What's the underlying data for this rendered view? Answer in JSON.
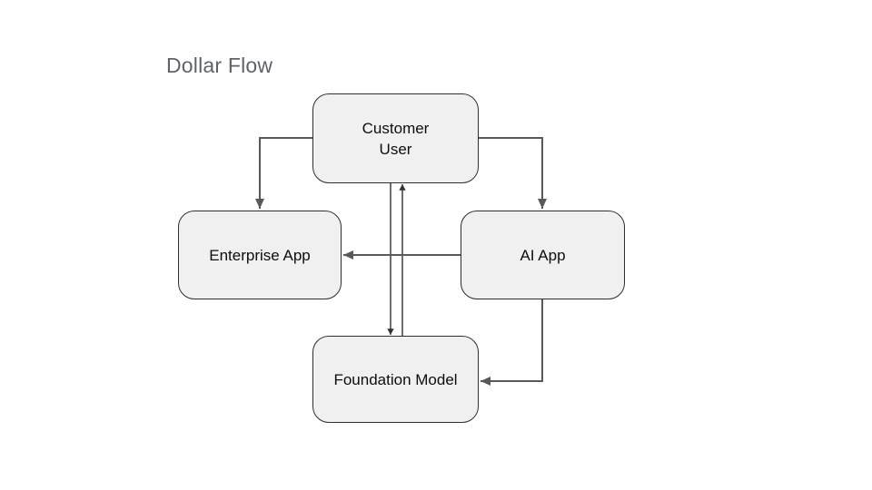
{
  "slide": {
    "title": "Dollar Flow"
  },
  "diagram": {
    "nodes": [
      {
        "id": "customer-user",
        "label": "Customer User",
        "line1": "Customer",
        "line2": "User"
      },
      {
        "id": "enterprise-app",
        "label": "Enterprise App"
      },
      {
        "id": "ai-app",
        "label": "AI App"
      },
      {
        "id": "foundation-model",
        "label": "Foundation Model"
      }
    ],
    "edges": [
      {
        "from": "customer-user",
        "to": "enterprise-app",
        "style": "thick-gray-elbow",
        "arrow": "into-top-of-enterprise-app"
      },
      {
        "from": "customer-user",
        "to": "ai-app",
        "style": "thick-gray-elbow",
        "arrow": "into-top-of-ai-app"
      },
      {
        "from": "ai-app",
        "to": "enterprise-app",
        "style": "thick-gray-straight",
        "arrow": "into-right-of-enterprise-app"
      },
      {
        "from": "ai-app",
        "to": "foundation-model",
        "style": "thick-gray-elbow",
        "arrow": "into-right-of-foundation-model"
      },
      {
        "from": "customer-user",
        "to": "foundation-model",
        "style": "thin-black-straight",
        "arrow": "into-top-of-foundation-model"
      },
      {
        "from": "foundation-model",
        "to": "customer-user",
        "style": "thin-black-straight",
        "arrow": "into-bottom-of-customer-user"
      }
    ],
    "colors": {
      "background": "#ffffff",
      "title_text": "#5f6368",
      "node_fill": "#f0f0f1",
      "node_border": "#2f2f2f",
      "node_text": "#0d0d0d",
      "connector_thick": "#595959",
      "connector_thin": "#1f1f1f"
    }
  }
}
